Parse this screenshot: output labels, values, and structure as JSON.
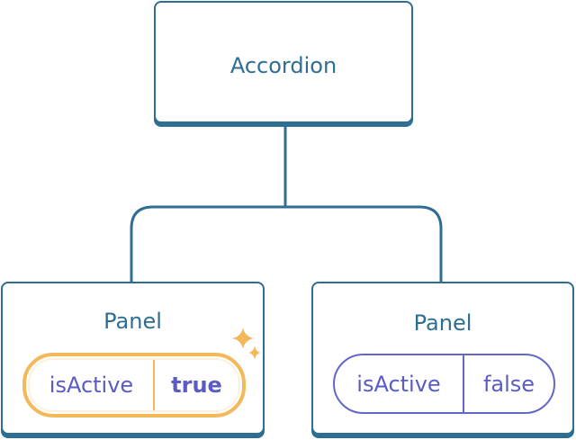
{
  "diagram": {
    "root": {
      "title": "Accordion"
    },
    "children": [
      {
        "title": "Panel",
        "state": {
          "key": "isActive",
          "value": "true",
          "highlighted": true
        }
      },
      {
        "title": "Panel",
        "state": {
          "key": "isActive",
          "value": "false",
          "highlighted": false
        }
      }
    ]
  },
  "colors": {
    "node_border": "#2f6e93",
    "title_text": "#2f6e93",
    "state_text": "#5a5bc4",
    "highlight_ring": "#f2b85a",
    "sparkle": "#f2b85a",
    "edge": "#2f6e93"
  },
  "icons": {
    "highlight_marker": "sparkle-icon"
  }
}
